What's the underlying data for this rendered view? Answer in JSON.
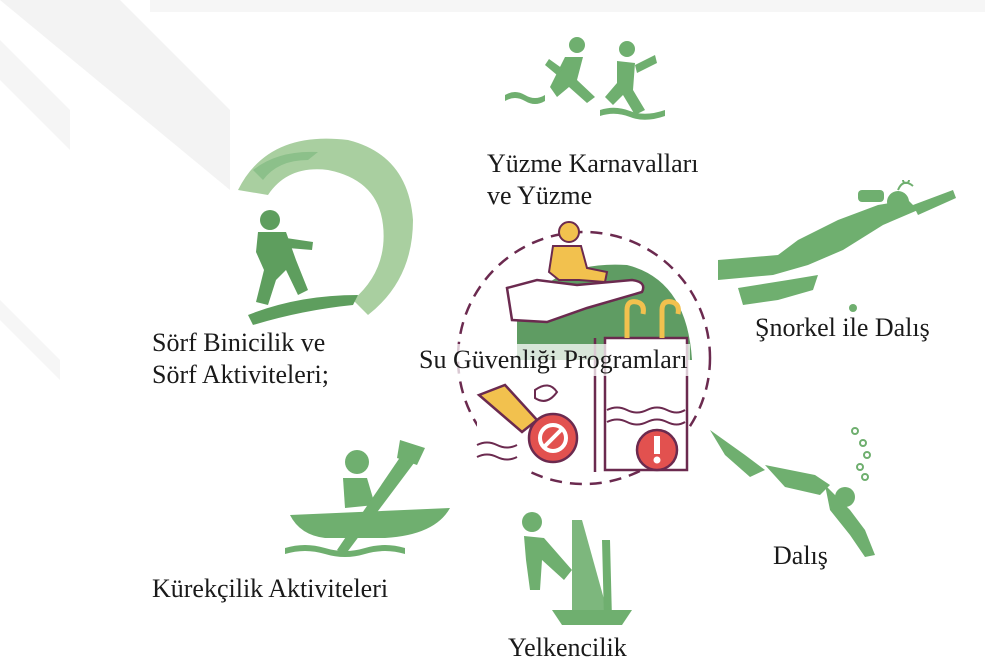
{
  "center": {
    "label": "Su Güvenliği Programları"
  },
  "activities": [
    {
      "label_lines": [
        "Yüzme Karnavalları",
        "ve Yüzme"
      ],
      "icon": "swimmers-icon"
    },
    {
      "label_lines": [
        "Şnorkel ile Dalış"
      ],
      "icon": "snorkel-diver-icon"
    },
    {
      "label_lines": [
        "Dalış"
      ],
      "icon": "diver-icon"
    },
    {
      "label_lines": [
        "Yelkencilik"
      ],
      "icon": "windsurfer-icon"
    },
    {
      "label_lines": [
        "Kürekçilik Aktiviteleri"
      ],
      "icon": "kayaker-icon"
    },
    {
      "label_lines": [
        "Sörf Binicilik ve",
        "Sörf Aktiviteleri;"
      ],
      "icon": "surfer-icon"
    }
  ],
  "colors": {
    "green": "#6faf6f",
    "light_green": "#a9cfa0",
    "purple": "#6b2a4f",
    "yellow": "#f2c14e",
    "red": "#e2514f",
    "watermark": "#f2f2f2"
  }
}
